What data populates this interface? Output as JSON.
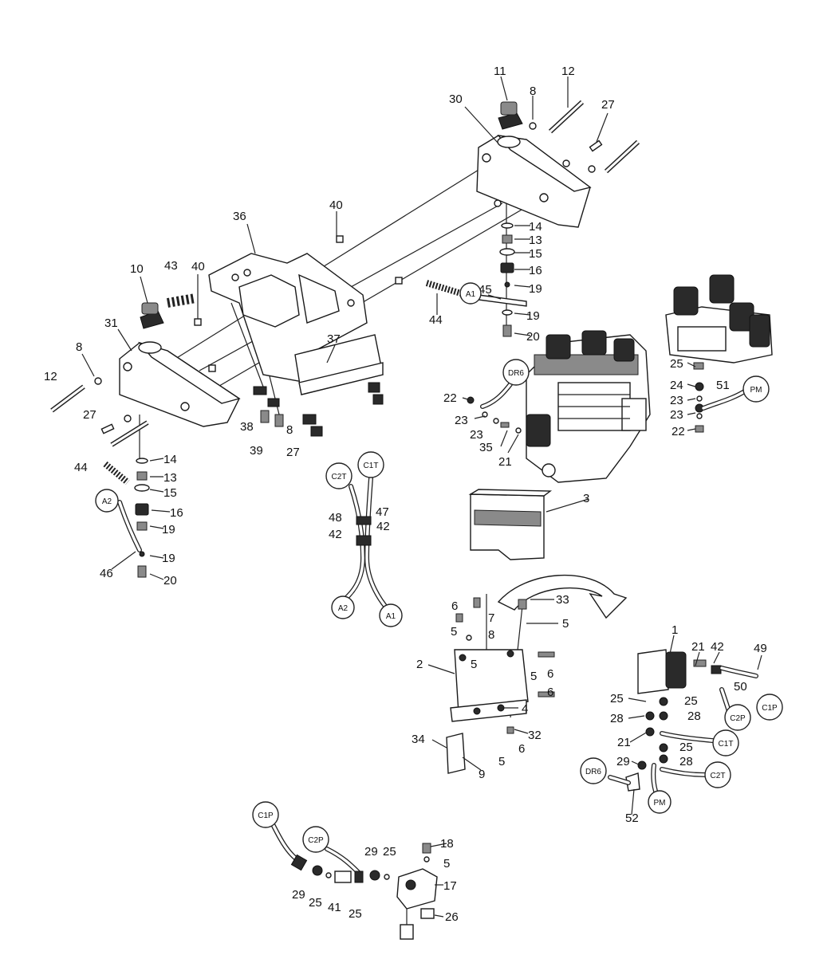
{
  "callouts": [
    "1",
    "2",
    "3",
    "4",
    "5",
    "5",
    "5",
    "5",
    "5",
    "5",
    "6",
    "6",
    "6",
    "6",
    "7",
    "8",
    "8",
    "8",
    "8",
    "9",
    "10",
    "11",
    "12",
    "12",
    "13",
    "13",
    "14",
    "14",
    "15",
    "15",
    "16",
    "16",
    "17",
    "18",
    "19",
    "19",
    "19",
    "19",
    "20",
    "20",
    "21",
    "21",
    "21",
    "22",
    "22",
    "23",
    "23",
    "23",
    "23",
    "24",
    "25",
    "25",
    "25",
    "25",
    "25",
    "25",
    "25",
    "26",
    "27",
    "27",
    "27",
    "28",
    "28",
    "28",
    "29",
    "29",
    "29",
    "30",
    "31",
    "32",
    "33",
    "34",
    "35",
    "36",
    "37",
    "38",
    "39",
    "40",
    "40",
    "41",
    "42",
    "42",
    "42",
    "43",
    "44",
    "44",
    "45",
    "46",
    "47",
    "48",
    "49",
    "50",
    "51",
    "52"
  ],
  "circles": [
    "A1",
    "A2",
    "A2",
    "A1",
    "C2T",
    "C1T",
    "DR6",
    "PM",
    "C2P",
    "C1P",
    "C1T",
    "C2T",
    "DR6",
    "PM",
    "C1P",
    "C2P"
  ]
}
